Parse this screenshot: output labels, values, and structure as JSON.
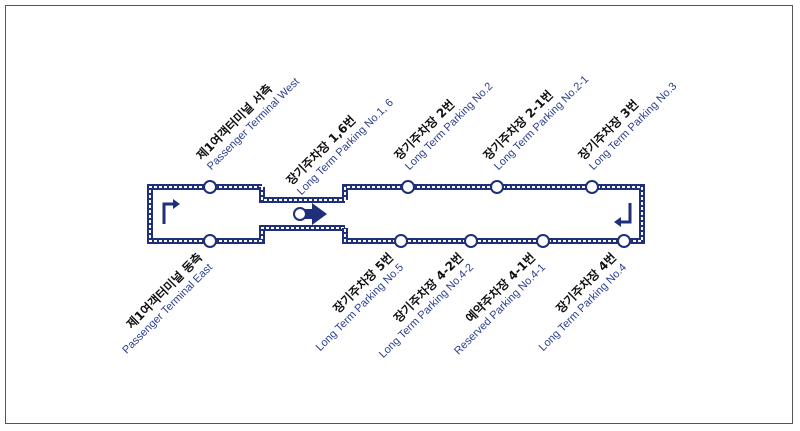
{
  "diagram": {
    "colors": {
      "route": "#1f2f7a",
      "label_en": "#2a3f8f",
      "label_ko": "#111111",
      "border": "#555555"
    },
    "icons": [
      "turn-arrow-icon",
      "direction-arrow-icon"
    ],
    "stops": [
      {
        "id": "terminal-west",
        "ko": "제1여객터미널 서측",
        "en": "Passenger Terminal West"
      },
      {
        "id": "terminal-east",
        "ko": "제1여객터미널 동측",
        "en": "Passenger Terminal East"
      },
      {
        "id": "parking-1-6",
        "ko": "장기주차장 1,6번",
        "en": "Long Term Parking No.1, 6"
      },
      {
        "id": "parking-2",
        "ko": "장기주차장 2번",
        "en": "Long Term Parking No.2"
      },
      {
        "id": "parking-2-1",
        "ko": "장기주차장 2-1번",
        "en": "Long Term Parking No.2-1"
      },
      {
        "id": "parking-3",
        "ko": "장기주차장 3번",
        "en": "Long Term Parking No.3"
      },
      {
        "id": "parking-5",
        "ko": "장기주차장 5번",
        "en": "Long Term Parking No.5"
      },
      {
        "id": "parking-4-2",
        "ko": "장기주차장 4-2번",
        "en": "Long Term Parking No.4-2"
      },
      {
        "id": "reserved-4-1",
        "ko": "예약주차장 4-1번",
        "en": "Reserved Parking No.4-1"
      },
      {
        "id": "parking-4",
        "ko": "장기주차장 4번",
        "en": "Long Term Parking No.4"
      }
    ]
  }
}
